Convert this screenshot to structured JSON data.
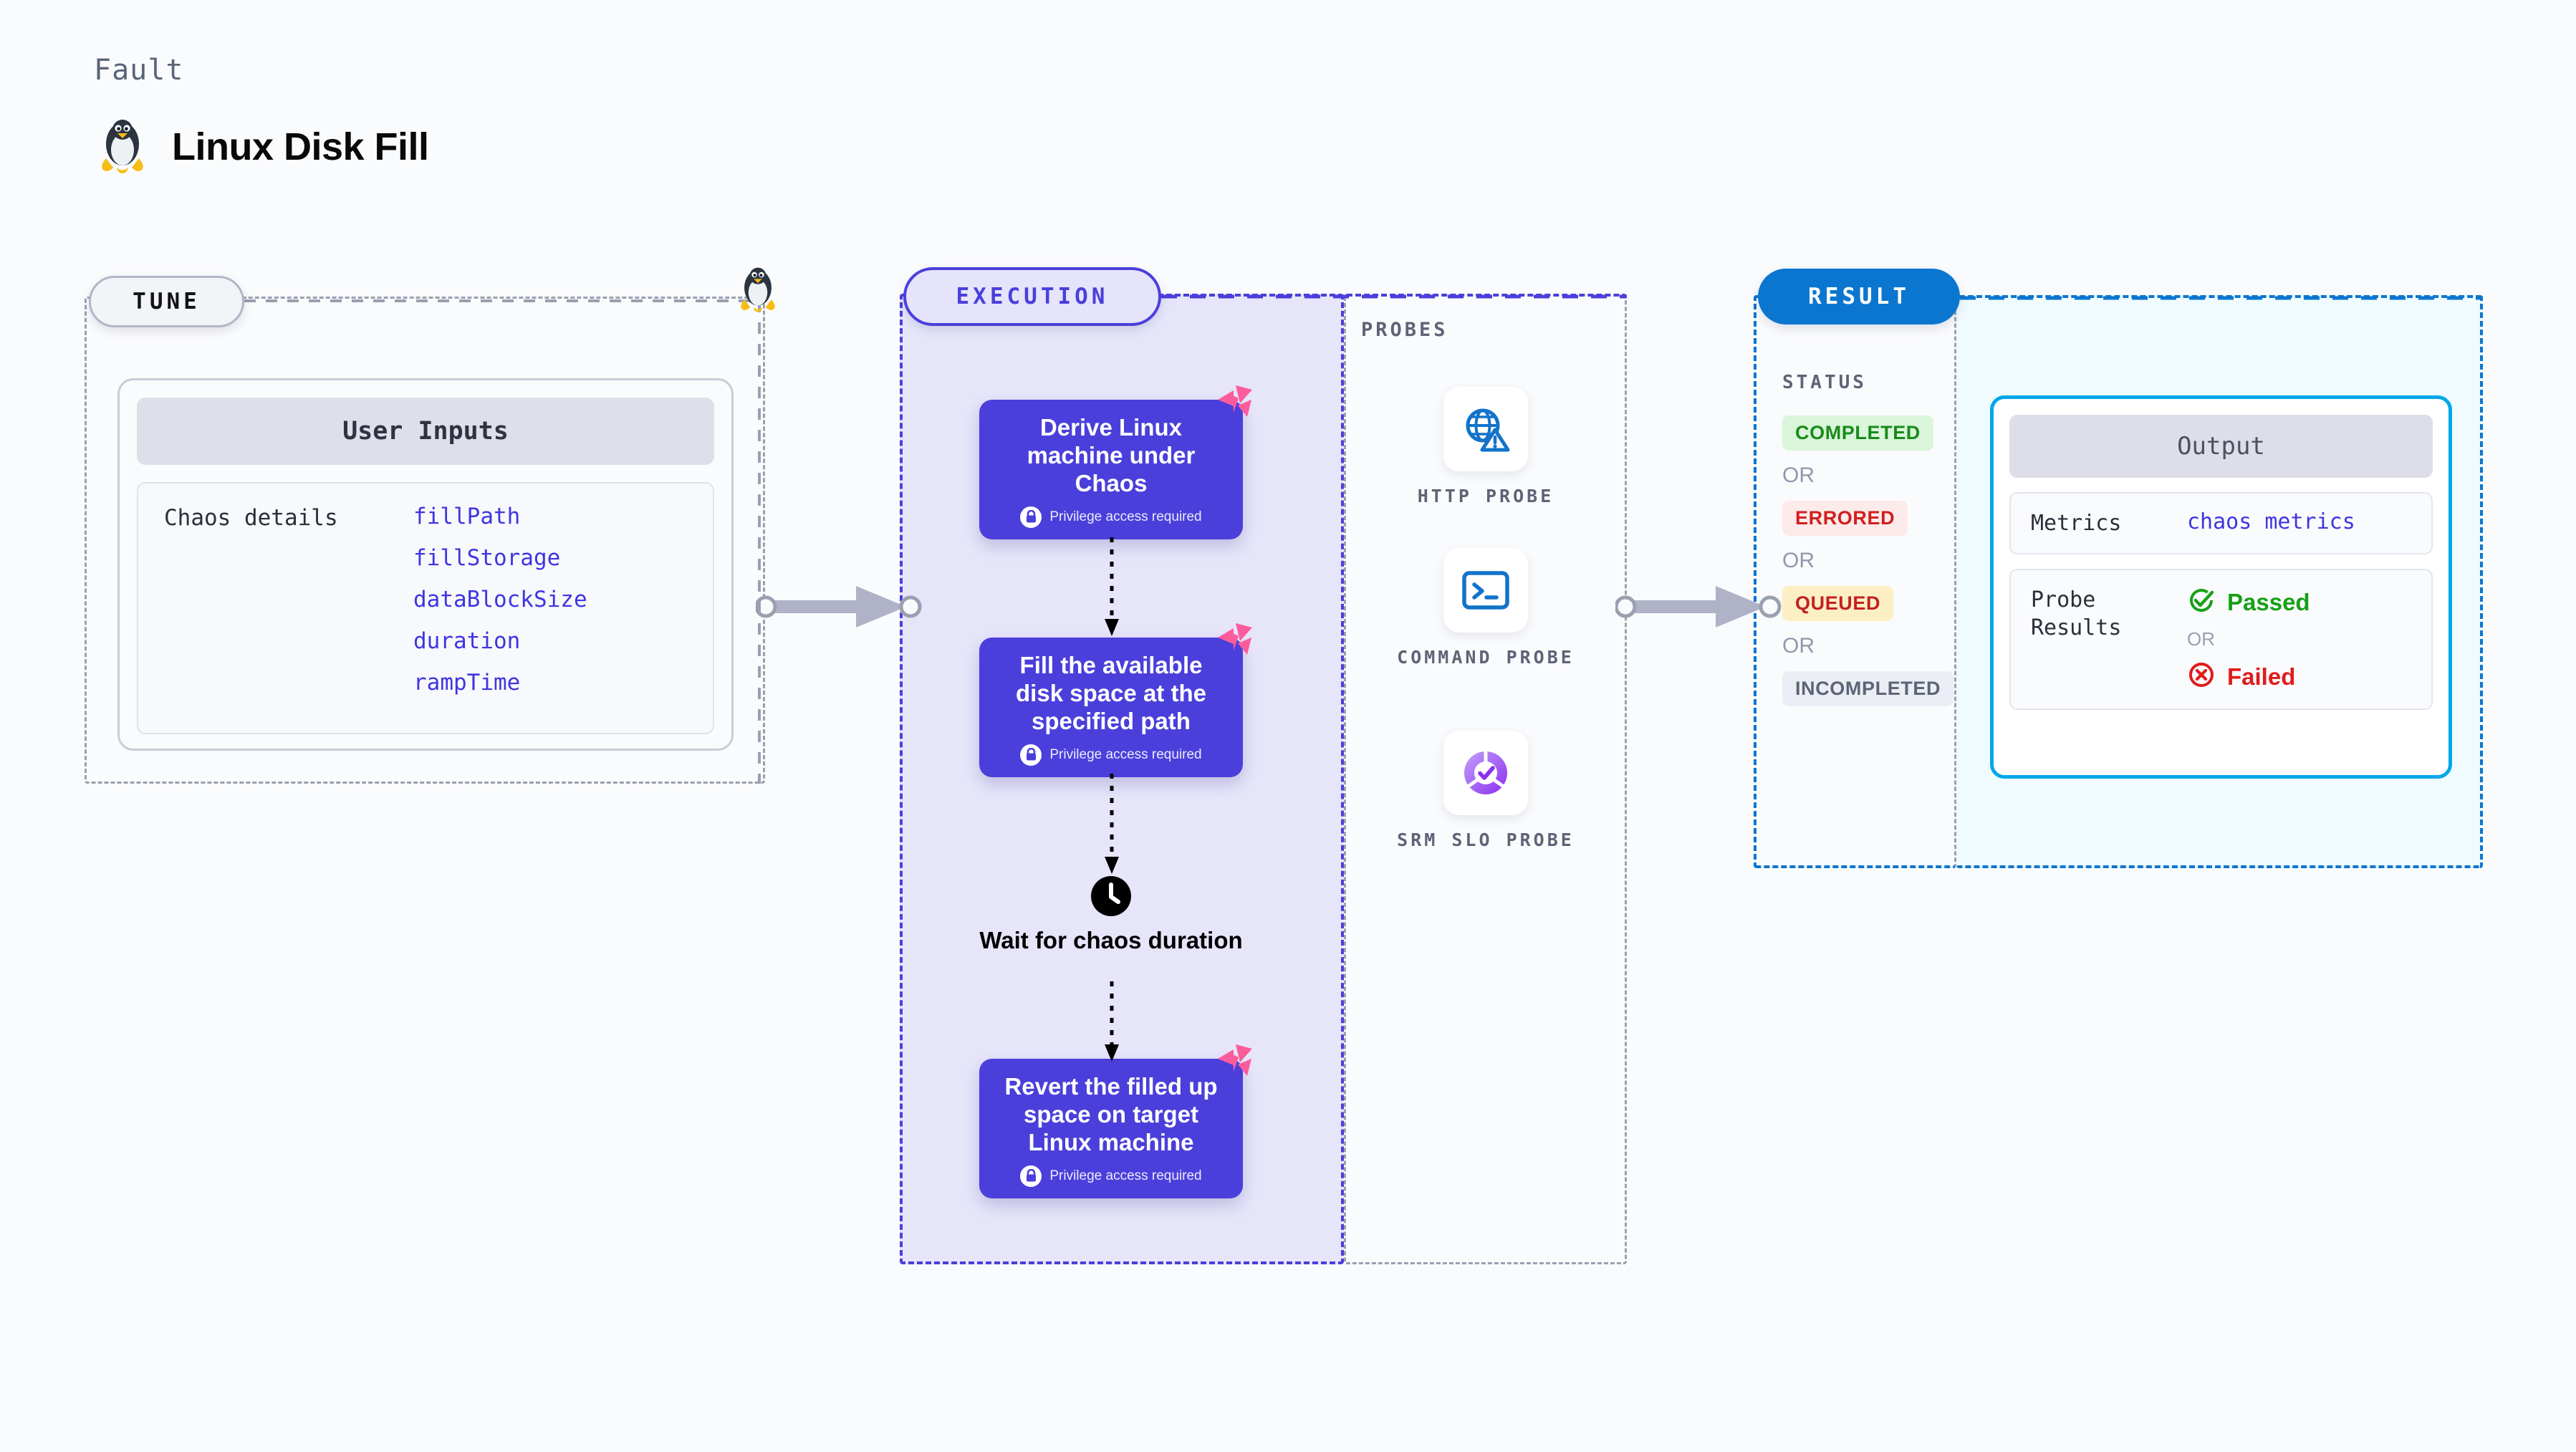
{
  "header": {
    "eyebrow": "Fault",
    "title": "Linux Disk Fill",
    "icon": "linux-penguin-icon"
  },
  "sections": {
    "tune": {
      "label": "TUNE"
    },
    "execution": {
      "label": "EXECUTION"
    },
    "probes": {
      "label": "PROBES"
    },
    "result": {
      "label": "RESULT"
    }
  },
  "tune": {
    "card_title": "User Inputs",
    "rows": [
      {
        "key": "Chaos details",
        "values": [
          "fillPath",
          "fillStorage",
          "dataBlockSize",
          "duration",
          "rampTime"
        ]
      }
    ]
  },
  "execution": {
    "privilege_note": "Privilege access required",
    "steps": [
      {
        "title": "Derive Linux machine under Chaos",
        "privileged": true,
        "badge": "litmus-logo-icon"
      },
      {
        "title": "Fill the available disk space at the specified path",
        "privileged": true,
        "badge": "litmus-logo-icon"
      },
      {
        "title": "Revert the filled up space on target Linux machine",
        "privileged": true,
        "badge": "litmus-logo-icon"
      }
    ],
    "wait_node": {
      "icon": "clock-icon",
      "label": "Wait for chaos duration"
    }
  },
  "probes": [
    {
      "name": "HTTP PROBE",
      "icon": "globe-warning-icon"
    },
    {
      "name": "COMMAND PROBE",
      "icon": "terminal-icon"
    },
    {
      "name": "SRM SLO PROBE",
      "icon": "slo-donut-check-icon"
    }
  ],
  "result": {
    "status_label": "STATUS",
    "or_label": "OR",
    "statuses": [
      {
        "label": "COMPLETED",
        "color": "#1a8a1a",
        "bg": "#d9f5da"
      },
      {
        "label": "ERRORED",
        "color": "#d11f1f",
        "bg": "#fdeaea"
      },
      {
        "label": "QUEUED",
        "color": "#c32020",
        "bg": "#fcefc4"
      },
      {
        "label": "INCOMPLETED",
        "color": "#5d6476",
        "bg": "#eceef5"
      }
    ],
    "output": {
      "title": "Output",
      "metrics_key": "Metrics",
      "metrics_value": "chaos metrics",
      "probe_results_key": "Probe Results",
      "passed_label": "Passed",
      "failed_label": "Failed",
      "or_label": "OR"
    }
  },
  "colors": {
    "page_bg": "#fafbfd",
    "indigo": "#4b3fdb",
    "exec_fill": "#e6e5fa",
    "result_blue": "#0b76d0",
    "output_cyan": "#00a8e8",
    "output_fill": "#effbfe",
    "pink": "#fc5c9c",
    "gray_dash": "#9aa0b0"
  }
}
